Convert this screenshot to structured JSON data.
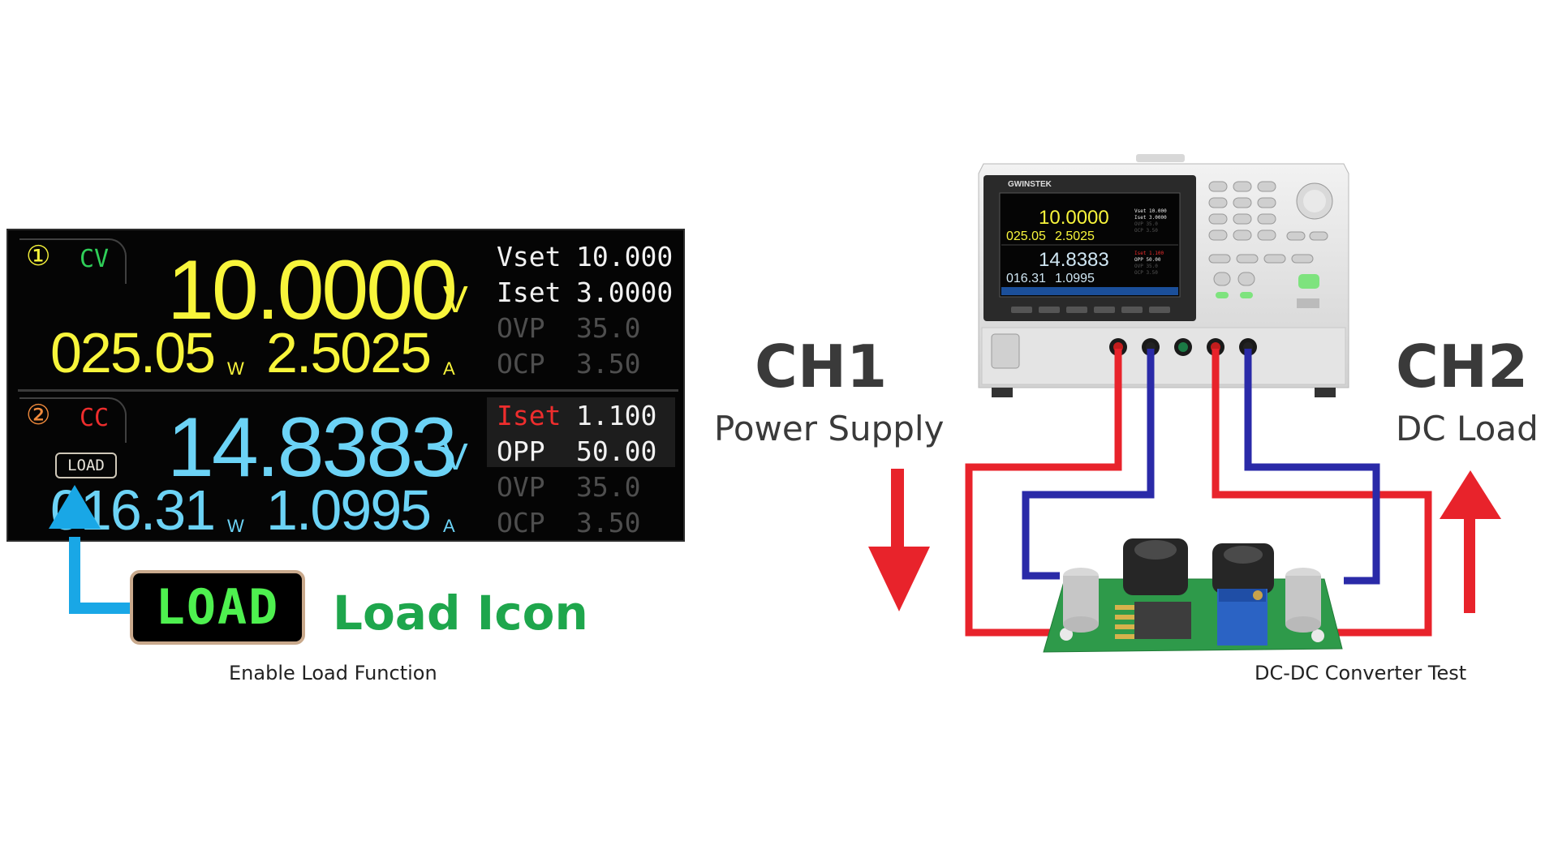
{
  "lcd": {
    "ch1": {
      "number": "①",
      "mode": "CV",
      "voltage": "10.0000",
      "voltage_unit": "V",
      "power": "025.05",
      "power_unit": "W",
      "current": "2.5025",
      "current_unit": "A",
      "params": [
        {
          "label": "Vset",
          "value": "10.000"
        },
        {
          "label": "Iset",
          "value": "3.0000"
        },
        {
          "label": "OVP",
          "value": "35.0"
        },
        {
          "label": "OCP",
          "value": "3.50"
        }
      ]
    },
    "ch2": {
      "number": "②",
      "mode": "CC",
      "load_badge": "LOAD",
      "voltage": "14.8383",
      "voltage_unit": "V",
      "power": "016.31",
      "power_unit": "W",
      "current": "1.0995",
      "current_unit": "A",
      "params": [
        {
          "label": "Iset",
          "value": "1.100"
        },
        {
          "label": "OPP",
          "value": "50.00"
        },
        {
          "label": "OVP",
          "value": "35.0"
        },
        {
          "label": "OCP",
          "value": "3.50"
        }
      ]
    }
  },
  "load_icon": {
    "badge": "LOAD",
    "title": "Load Icon",
    "caption": "Enable Load Function"
  },
  "device": {
    "brand": "GWINSTEK",
    "screen": {
      "ch1_voltage": "10.0000",
      "ch1_power": "025.05",
      "ch1_current": "2.5025",
      "ch1_params": [
        "Vset 10.000",
        "Iset 3.0000",
        "OVP 35.0",
        "OCP 3.50"
      ],
      "ch2_voltage": "14.8383",
      "ch2_power": "016.31",
      "ch2_current": "1.0995",
      "ch2_params": [
        "Iset 1.100",
        "OPP 50.00",
        "OVP 35.0",
        "OCP 3.50"
      ]
    }
  },
  "channels": {
    "ch1": {
      "title": "CH1",
      "subtitle": "Power Supply"
    },
    "ch2": {
      "title": "CH2",
      "subtitle": "DC Load"
    }
  },
  "converter_caption": "DC-DC Converter Test",
  "colors": {
    "lcd_yellow": "#f8f53b",
    "lcd_cyan": "#6cd3f6",
    "load_green": "#1ea64c",
    "arrow_red": "#e8232b",
    "arrow_blue": "#19a7e6",
    "wire_red": "#e8232b",
    "wire_blue": "#2a2aa8"
  }
}
